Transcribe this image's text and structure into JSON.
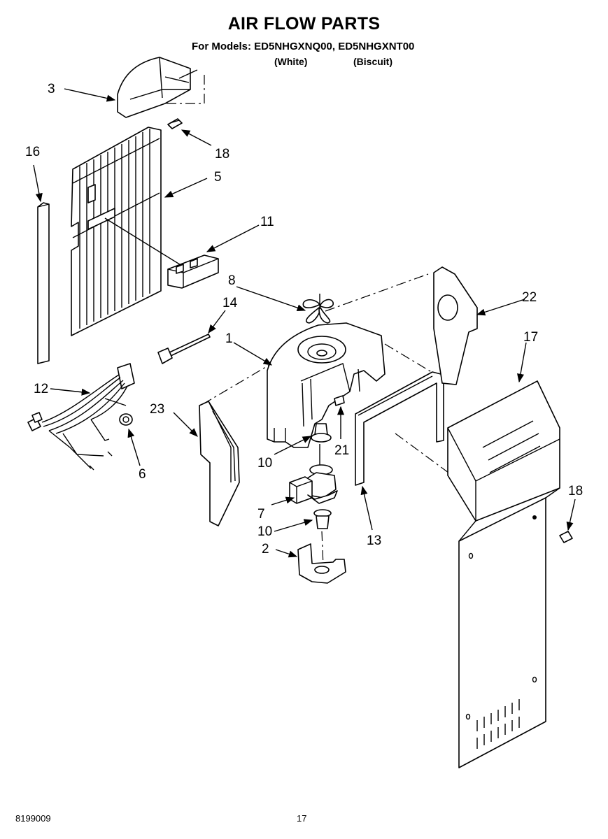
{
  "header": {
    "title": "AIR FLOW PARTS",
    "models_line": "For Models: ED5NHGXNQ00, ED5NHGXNT00",
    "variant_white": "(White)",
    "variant_biscuit": "(Biscuit)"
  },
  "callouts": {
    "c1": "1",
    "c2": "2",
    "c3": "3",
    "c5": "5",
    "c6": "6",
    "c7": "7",
    "c8": "8",
    "c10a": "10",
    "c10b": "10",
    "c11": "11",
    "c12": "12",
    "c13": "13",
    "c14": "14",
    "c16": "16",
    "c17": "17",
    "c18a": "18",
    "c18b": "18",
    "c21": "21",
    "c22": "22",
    "c23": "23"
  },
  "footer": {
    "doc_number": "8199009",
    "page_number": "17"
  }
}
